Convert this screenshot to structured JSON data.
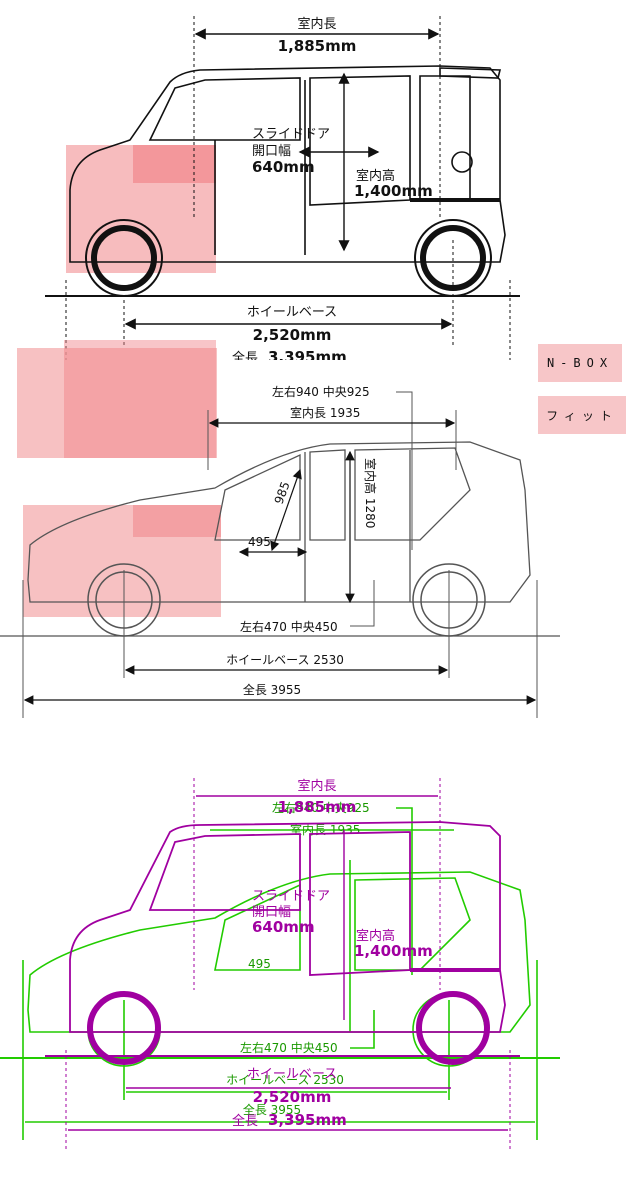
{
  "colors": {
    "nbox_overlay": "#a000a0",
    "fit_overlay": "#22cc00",
    "highlight": "#f4a6a8",
    "legend_bg": "#f7c6c8",
    "line": "#111111"
  },
  "legend": {
    "nbox": "N-BOX",
    "fit": "フィット"
  },
  "nbox": {
    "interior_length_label": "室内長",
    "interior_length_value": "1,885mm",
    "slide_door_label_1": "スライドドア",
    "slide_door_label_2": "開口幅",
    "slide_door_value": "640mm",
    "interior_height_label": "室内高",
    "interior_height_value": "1,400mm",
    "wheelbase_label": "ホイールベース",
    "wheelbase_value": "2,520mm",
    "overall_length_label": "全長",
    "overall_length_value": "3,395mm"
  },
  "fit": {
    "shoulder_width": "左右940 中央925",
    "interior_length": "室内長 1935",
    "dim_985": "985",
    "dim_495": "495",
    "interior_height": "室内高 1280",
    "hip_width": "左右470 中央450",
    "wheelbase": "ホイールベース 2530",
    "overall_length": "全長 3955"
  }
}
